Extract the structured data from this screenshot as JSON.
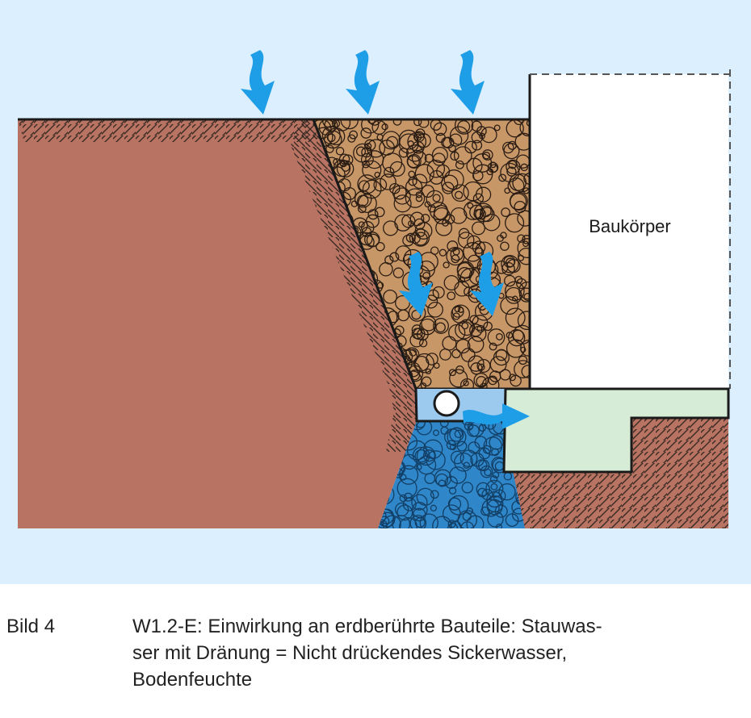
{
  "figure": {
    "building_label": "Baukörper",
    "icons": [
      "water-arrow-icon",
      "drain-pipe-icon"
    ],
    "colors": {
      "background": "#dcefff",
      "soil": "#b87363",
      "gravel": "#c89767",
      "water": "#2f86c8",
      "drain_water": "#9cc9ee",
      "foundation": "#d7ecd7",
      "arrow": "#1f9ee8",
      "building": "#ffffff"
    }
  },
  "caption": {
    "label": "Bild 4",
    "lines": [
      "W1.2-E: Einwirkung an erdberührte Bauteile: Stauwas-",
      "ser mit Dränung = Nicht drückendes Sickerwasser,",
      "Bodenfeuchte"
    ]
  }
}
